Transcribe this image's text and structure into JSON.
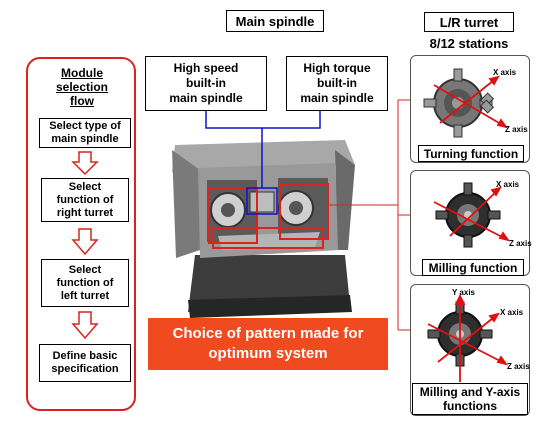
{
  "flow": {
    "title_lines": [
      "Module",
      "selection",
      "flow"
    ],
    "steps": [
      {
        "lines": [
          "Select type of",
          "main spindle"
        ]
      },
      {
        "lines": [
          "Select",
          "function of",
          "right turret"
        ]
      },
      {
        "lines": [
          "Select",
          "function of",
          "left turret"
        ]
      },
      {
        "lines": [
          "Define basic",
          "specification"
        ]
      }
    ]
  },
  "spindle": {
    "heading": "Main spindle",
    "options": [
      {
        "lines": [
          "High speed",
          "built-in",
          "main spindle"
        ]
      },
      {
        "lines": [
          "High torque",
          "built-in",
          "main spindle"
        ]
      }
    ]
  },
  "turret": {
    "heading": "L/R turret",
    "stations": "8/12 stations",
    "functions": [
      {
        "lines": [
          "Turning function"
        ],
        "axes": [
          "X axis",
          "Z axis"
        ]
      },
      {
        "lines": [
          "Milling function"
        ],
        "axes": [
          "X axis",
          "Z axis"
        ]
      },
      {
        "lines": [
          "Milling and Y-axis",
          "functions"
        ],
        "axes": [
          "Y axis",
          "X axis",
          "Z axis"
        ]
      }
    ]
  },
  "banner": {
    "lines": [
      "Choice of pattern made for",
      "optimum system"
    ]
  },
  "colors": {
    "accent_red": "#d9231c",
    "banner": "#f04a20",
    "connector_blue": "#1010d0",
    "machine_gray": "#8c8c8c"
  }
}
